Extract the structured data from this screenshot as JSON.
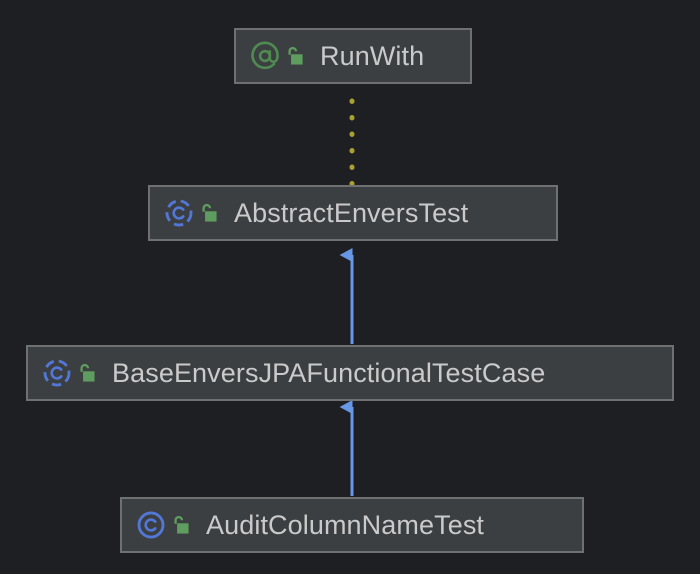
{
  "diagram": {
    "type": "uml-class-hierarchy",
    "background_color": "#1e1f22",
    "node_fill_color": "#3c3f41",
    "node_border_color": "#6e7072",
    "label_color": "#c9cacb",
    "inheritance_arrow_color": "#6897e6",
    "annotation_link_color": "#a8a032",
    "class_icon_color": "#5277d6",
    "annotation_icon_color": "#4f8a51",
    "visibility_icon_color": "#5f9c5f",
    "nodes": [
      {
        "id": "runwith",
        "label": "RunWith",
        "icon": "annotation-at-icon",
        "visibility_icon": "public-unlocked-icon",
        "kind": "annotation"
      },
      {
        "id": "abstractenvers",
        "label": "AbstractEnversTest",
        "icon": "abstract-class-icon",
        "visibility_icon": "public-unlocked-icon",
        "kind": "abstract-class"
      },
      {
        "id": "baseenvers",
        "label": "BaseEnversJPAFunctionalTestCase",
        "icon": "abstract-class-icon",
        "visibility_icon": "public-unlocked-icon",
        "kind": "abstract-class"
      },
      {
        "id": "auditcolumn",
        "label": "AuditColumnNameTest",
        "icon": "class-icon",
        "visibility_icon": "public-unlocked-icon",
        "kind": "class"
      }
    ],
    "edges": [
      {
        "id": "edge-annotation",
        "from": "abstractenvers",
        "to": "runwith",
        "style": "dotted",
        "relation": "annotated-with"
      },
      {
        "id": "edge-inherit-base-abstract",
        "from": "baseenvers",
        "to": "abstractenvers",
        "style": "solid-arrow",
        "relation": "extends"
      },
      {
        "id": "edge-inherit-audit-base",
        "from": "auditcolumn",
        "to": "baseenvers",
        "style": "solid-arrow",
        "relation": "extends"
      }
    ]
  }
}
